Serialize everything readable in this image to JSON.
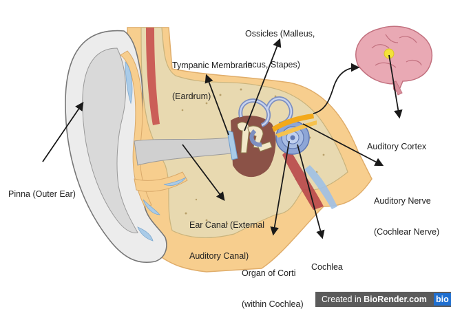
{
  "labels": {
    "ossicles": [
      "Ossicles (Malleus,",
      "Incus, Stapes)"
    ],
    "tympanic": [
      "Tympanic Membrane",
      "(Eardrum)"
    ],
    "auditory_cortex": [
      "Auditory Cortex"
    ],
    "pinna": [
      "Pinna (Outer Ear)"
    ],
    "auditory_nerve": [
      "Auditory Nerve",
      "(Cochlear Nerve)"
    ],
    "ear_canal": [
      "Ear Canal (External",
      "Auditory Canal)"
    ],
    "cochlea": [
      "Cochlea"
    ],
    "organ_of_corti": [
      "Organ of Corti",
      "(within Cochlea)"
    ]
  },
  "credit": {
    "prefix": "Created in ",
    "brand": "BioRender.com",
    "logo": "bio"
  },
  "colors": {
    "outer_ear": "#ececec",
    "bone": "#e8d9b0",
    "fat": "#f7ce8e",
    "canal": "#d0d0d0",
    "muscle": "#c8504f",
    "cochlea": "#8ea6d6",
    "nerve": "#f3a91a",
    "brain": "#e9a9b4",
    "cortex_spot": "#f4e23a"
  }
}
